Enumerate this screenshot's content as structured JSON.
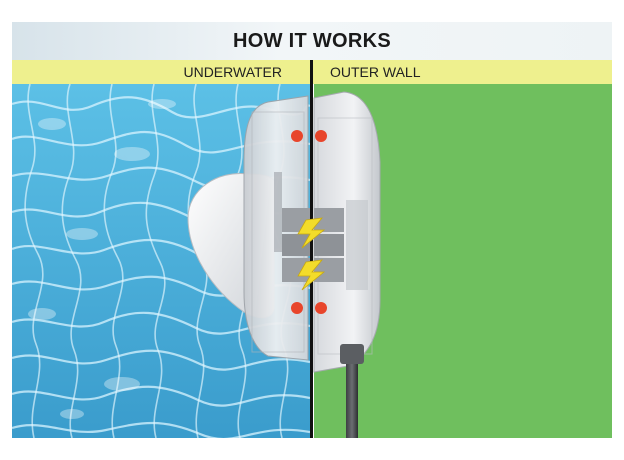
{
  "title": "HOW IT WORKS",
  "labels": {
    "left": "UNDERWATER",
    "right": "OUTER WALL"
  },
  "colors": {
    "water": "#4bb1dc",
    "wall": "#6fbf5e",
    "label_band": "#eef08e",
    "magnet_dot": "#e8452b",
    "bolt": "#f3dc2a"
  },
  "icons": [
    "lightning-bolt-icon",
    "magnet-dot-icon"
  ]
}
